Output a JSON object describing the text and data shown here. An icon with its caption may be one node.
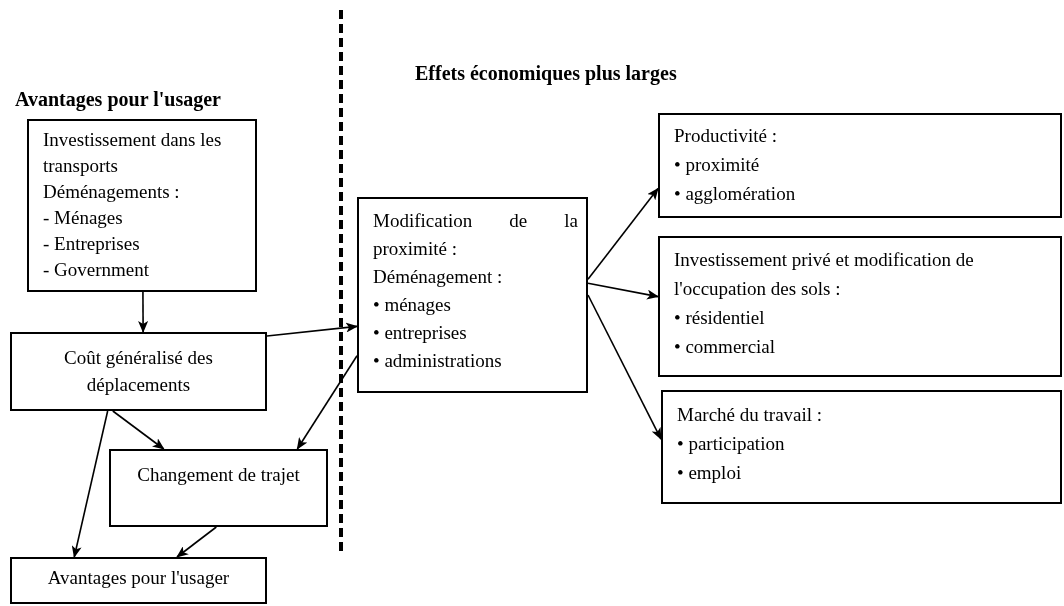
{
  "diagram": {
    "nodes": [
      {
        "text": [
          "Investissement dans les transports",
          "Déménagements :",
          "- Ménages",
          "- Entreprises",
          "- Government"
        ]
      },
      {
        "text": [
          "Coût généralisé des déplacements"
        ]
      },
      {
        "text": [
          "Changement de trajet"
        ]
      },
      {
        "text": [
          "Avantages pour l'usager"
        ]
      },
      {
        "text": [
          "Modification de la proximité :",
          "Déménagement :",
          "• ménages",
          "• entreprises",
          "• administrations"
        ]
      },
      {
        "text": [
          "Productivité :",
          "• proximité",
          "• agglomération"
        ]
      },
      {
        "text": [
          "Investissement privé et modification de l'occupation des sols :",
          "• résidentiel",
          "• commercial"
        ]
      },
      {
        "text": [
          "Marché du travail :",
          "• participation",
          "• emploi"
        ]
      }
    ],
    "edges": [
      {
        "from": 0,
        "to": 1,
        "arrow": "to"
      },
      {
        "from": 1,
        "to": 4,
        "arrow": "to"
      },
      {
        "from": 4,
        "to": 2,
        "arrow": "to"
      },
      {
        "from": 1,
        "to": 2,
        "arrow": "to"
      },
      {
        "from": 1,
        "to": 3,
        "arrow": "to"
      },
      {
        "from": 2,
        "to": 3,
        "arrow": "to"
      },
      {
        "from": 4,
        "to": 5,
        "arrow": "to"
      },
      {
        "from": 4,
        "to": 6,
        "arrow": "to"
      },
      {
        "from": 4,
        "to": 7,
        "arrow": "to"
      }
    ],
    "labels": [
      "Avantages pour l'usager",
      "Effets économiques plus larges"
    ]
  }
}
